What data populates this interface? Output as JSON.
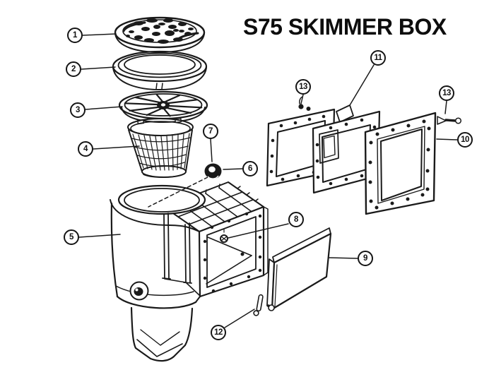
{
  "title": "S75 SKIMMER BOX",
  "colors": {
    "background": "#ffffff",
    "ink": "#1a1a1a"
  },
  "callouts": [
    {
      "label": "1"
    },
    {
      "label": "2"
    },
    {
      "label": "3"
    },
    {
      "label": "4"
    },
    {
      "label": "5"
    },
    {
      "label": "6"
    },
    {
      "label": "7"
    },
    {
      "label": "8"
    },
    {
      "label": "9"
    },
    {
      "label": "10"
    },
    {
      "label": "11"
    },
    {
      "label": "12"
    },
    {
      "label": "13"
    },
    {
      "label": "13"
    }
  ]
}
